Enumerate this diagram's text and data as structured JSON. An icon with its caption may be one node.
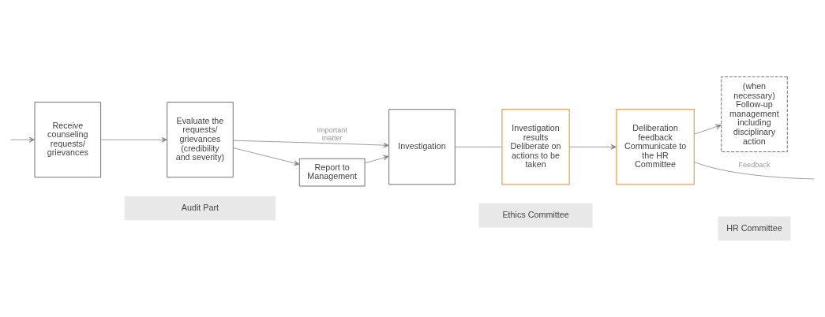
{
  "diagram": {
    "nodes": [
      {
        "text": [
          "Audit Part"
        ]
      },
      {
        "text": [
          "Ethics Committee"
        ]
      },
      {
        "text": [
          "HR Committee"
        ]
      },
      {
        "text": [
          "Receive counseling requests/ grievances"
        ]
      },
      {
        "text": [
          "Evaluate the requests/ grievances (credibility and severity)"
        ]
      },
      {
        "text": [
          "Investigation"
        ]
      },
      {
        "text": [
          "Investigation results Deliberate on actions to be taken"
        ]
      },
      {
        "text": [
          "Deliberation feedback Communicate to the HR Committee"
        ]
      },
      {
        "text": [
          "(when necessary) Follow-up management including disciplinary action"
        ]
      },
      {
        "text": [
          "Report to Management"
        ]
      }
    ],
    "edges": [
      {
        "from": null,
        "to": 3,
        "arrow": "to"
      },
      {
        "from": 3,
        "to": 4,
        "arrow": "to"
      },
      {
        "from": 4,
        "to": 5,
        "arrow": "to",
        "label": "Important matter"
      },
      {
        "from": 4,
        "to": 9,
        "arrow": "to"
      },
      {
        "from": 9,
        "to": 5,
        "arrow": "to"
      },
      {
        "from": 5,
        "to": 6,
        "arrow": "none"
      },
      {
        "from": 6,
        "to": 7,
        "arrow": "to"
      },
      {
        "from": 7,
        "to": 8,
        "arrow": "to"
      },
      {
        "from": 7,
        "to": null,
        "arrow": "none",
        "label": "Feedback"
      }
    ]
  }
}
